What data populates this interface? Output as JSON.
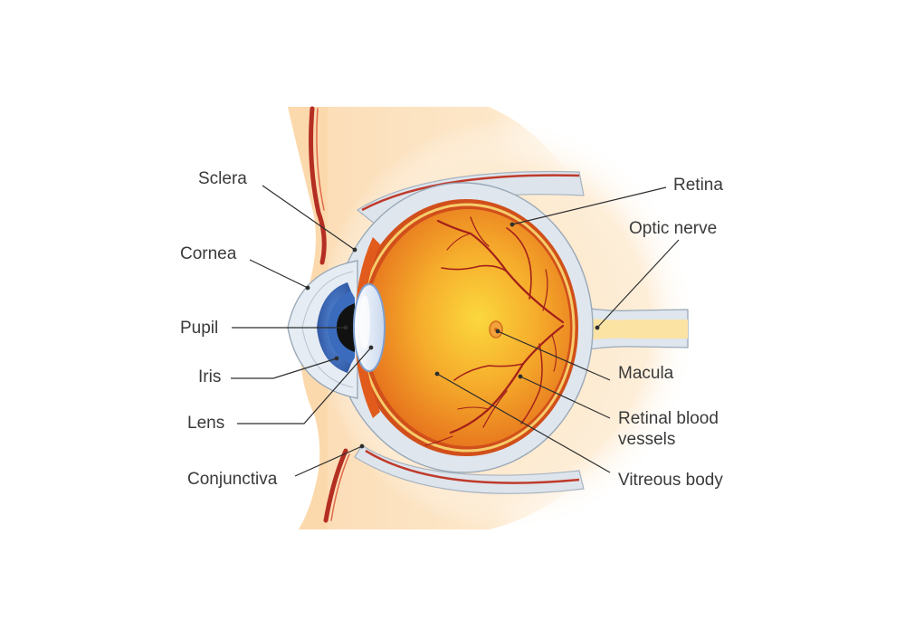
{
  "labels": {
    "sclera": "Sclera",
    "cornea": "Cornea",
    "pupil": "Pupil",
    "iris": "Iris",
    "lens": "Lens",
    "conjunctiva": "Conjunctiva",
    "retina": "Retina",
    "optic_nerve": "Optic nerve",
    "macula": "Macula",
    "retinal_blood_vessels_line1": "Retinal blood",
    "retinal_blood_vessels_line2": "vessels",
    "vitreous_body": "Vitreous body"
  },
  "colors": {
    "skin": "#fbe0bb",
    "sclera": "#dfe6ee",
    "sclera_edge": "#9aa9b8",
    "choroid": "#d9541a",
    "retina_edge": "#f6cc6a",
    "vitreous_center": "#fbcf3a",
    "vitreous_edge": "#e9741d",
    "iris": "#3d6ec0",
    "pupil": "#111111",
    "lens": "#dfe9f7",
    "vessel": "#a3201a",
    "leader": "#2e2e2e",
    "text": "#3a3a3a"
  }
}
